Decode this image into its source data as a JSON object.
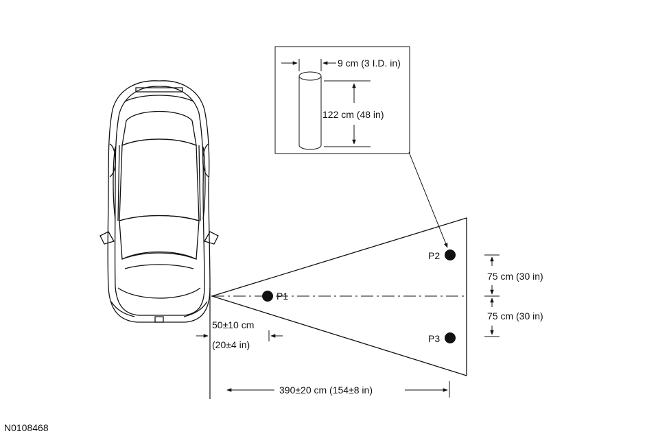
{
  "cylinder_inset": {
    "diameter_label": "9 cm (3 I.D. in)",
    "height_label": "122 cm (48 in)"
  },
  "points": {
    "p1": "P1",
    "p2": "P2",
    "p3": "P3"
  },
  "dimensions": {
    "offset_line1": "50±10 cm",
    "offset_line2": "(20±4 in)",
    "upper_spacing": "75 cm (30 in)",
    "lower_spacing": "75 cm (30 in)",
    "length": "390±20 cm (154±8 in)"
  },
  "figure_id": "N0108468"
}
